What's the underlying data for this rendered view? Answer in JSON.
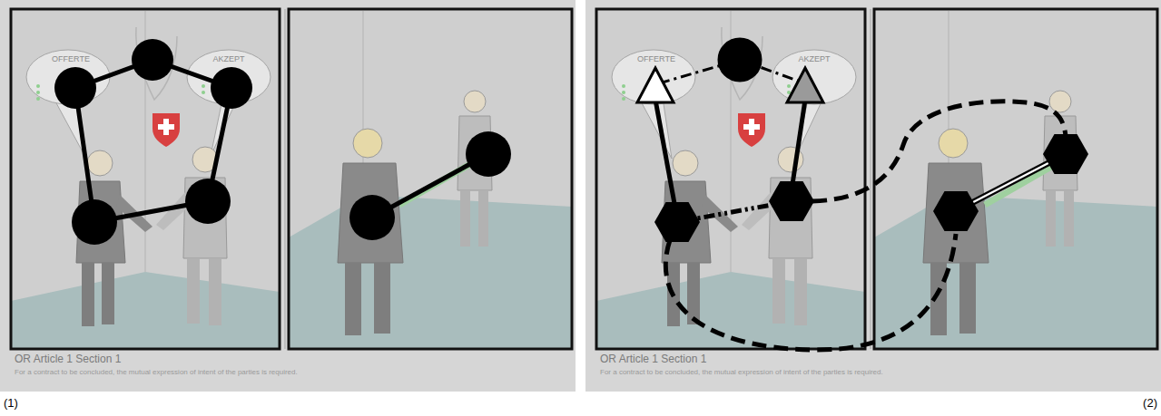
{
  "diagram": {
    "labels": [
      "OFFERTE",
      "AKZEPT",
      "OR Article 1 Section 1",
      "For a contract to be concluded, the mutual expression of intent of the parties is required.",
      "(1)",
      "OFFERTE",
      "AKZEPT",
      "OR Article 1 Section 1",
      "For a contract to be concluded, the mutual expression of intent of the parties is required.",
      "(2)"
    ]
  }
}
